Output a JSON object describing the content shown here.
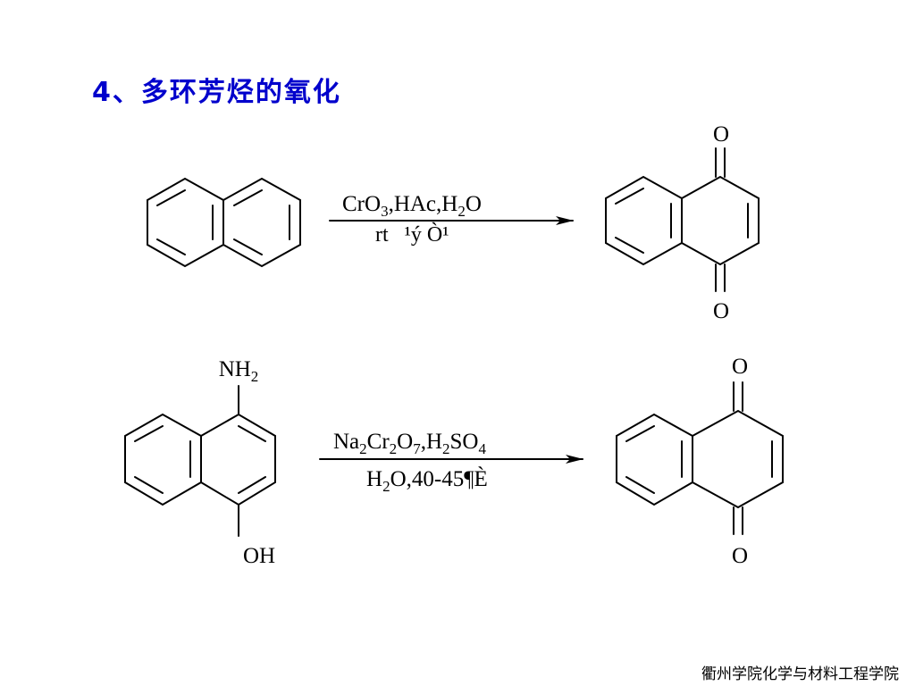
{
  "title": "4、多环芳烃的氧化",
  "footer": "衢州学院化学与材料工程学院",
  "colors": {
    "title": "#0000cc",
    "text": "#000000",
    "background": "#ffffff"
  },
  "reactions": [
    {
      "reagents_line1": {
        "a": "CrO",
        "a_sub": "3",
        "b": ",HAc,H",
        "b_sub": "2",
        "c": "O"
      },
      "conditions_line2": "rt   ¹ý Ò¹",
      "product_top_atom": "O",
      "product_bottom_atom": "O"
    },
    {
      "reactant_top_group": {
        "main": "NH",
        "sub": "2"
      },
      "reactant_bottom_group": "OH",
      "reagents_line1": {
        "a": "Na",
        "a_sub": "2",
        "b": "Cr",
        "b_sub": "2",
        "c": "O",
        "c_sub": "7",
        "d": ",H",
        "d_sub": "2",
        "e": "SO",
        "e_sub": "4"
      },
      "conditions_line2": {
        "a": "H",
        "a_sub": "2",
        "b": "O,40-45¶È"
      },
      "product_top_atom": "O",
      "product_bottom_atom": "O"
    }
  ]
}
